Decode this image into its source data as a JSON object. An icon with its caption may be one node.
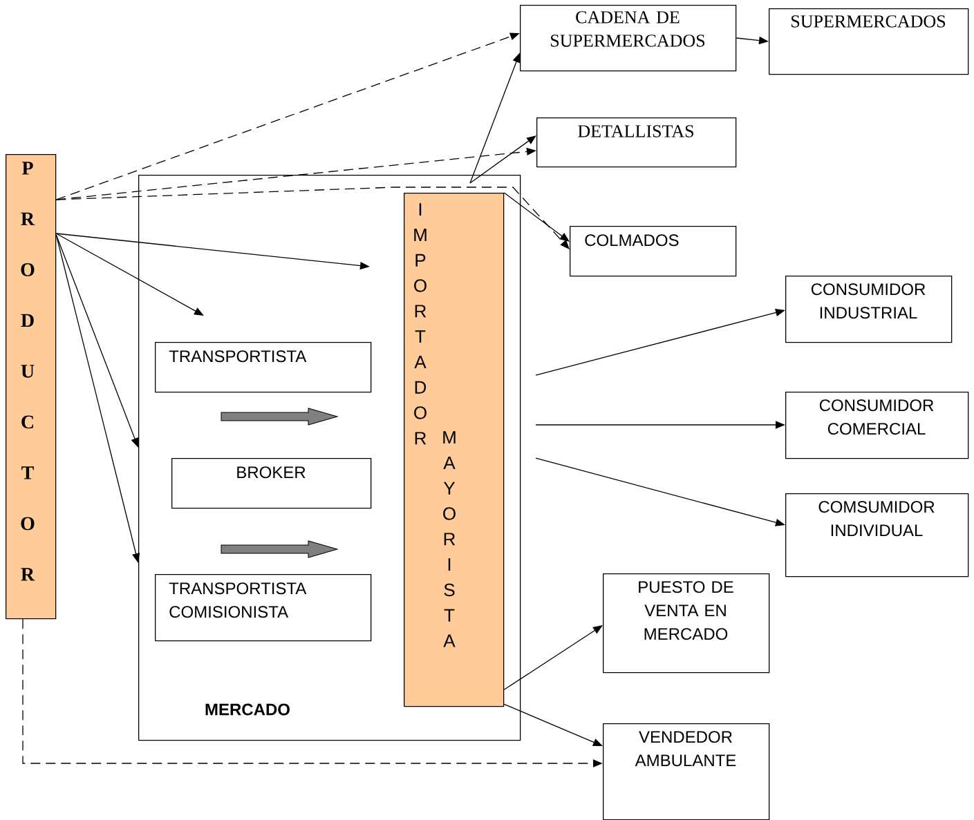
{
  "diagram": {
    "nodes": [
      {
        "text": [
          "PRODUCTOR"
        ]
      },
      {
        "text": [
          "MERCADO"
        ]
      },
      {
        "text": [
          "TRANSPORTISTA"
        ],
        "in": 1
      },
      {
        "text": [
          "BROKER"
        ],
        "in": 1
      },
      {
        "text": [
          "TRANSPORTISTA COMISIONISTA"
        ],
        "in": 1
      },
      {
        "text": [
          "IMPORTADOR",
          "MAYORISTA"
        ],
        "in": 1
      },
      {
        "text": [
          "CADENA DE SUPERMERCADOS"
        ]
      },
      {
        "text": [
          "SUPERMERCADOS"
        ]
      },
      {
        "text": [
          "DETALLISTAS"
        ]
      },
      {
        "text": [
          "COLMADOS"
        ]
      },
      {
        "text": [
          "CONSUMIDOR INDUSTRIAL"
        ]
      },
      {
        "text": [
          "CONSUMIDOR COMERCIAL"
        ]
      },
      {
        "text": [
          "COMSUMIDOR INDIVIDUAL"
        ]
      },
      {
        "text": [
          "PUESTO DE VENTA EN MERCADO"
        ]
      },
      {
        "text": [
          "VENDEDOR AMBULANTE"
        ]
      }
    ],
    "edges": [
      {
        "from": 0,
        "to": 6,
        "arrow": "to",
        "style": "dashed"
      },
      {
        "from": 0,
        "to": 8,
        "arrow": "to",
        "style": "dashed"
      },
      {
        "from": 0,
        "to": 9,
        "arrow": "to",
        "style": "dashed"
      },
      {
        "from": 0,
        "to": null,
        "arrow": "to"
      },
      {
        "from": 0,
        "to": null,
        "arrow": "to"
      },
      {
        "from": 0,
        "to": 1,
        "arrow": "to"
      },
      {
        "from": 0,
        "to": 1,
        "arrow": "to"
      },
      {
        "from": 0,
        "to": 14,
        "arrow": "to",
        "style": "dashed"
      },
      {
        "from": 5,
        "to": 6,
        "arrow": "to"
      },
      {
        "from": 5,
        "to": 8,
        "arrow": "to"
      },
      {
        "from": 5,
        "to": 9,
        "arrow": "to"
      },
      {
        "from": null,
        "to": 10,
        "arrow": "to"
      },
      {
        "from": null,
        "to": 11,
        "arrow": "to"
      },
      {
        "from": null,
        "to": 12,
        "arrow": "to"
      },
      {
        "from": 5,
        "to": 13,
        "arrow": "to"
      },
      {
        "from": 5,
        "to": 14,
        "arrow": "to"
      },
      {
        "from": 6,
        "to": 7,
        "arrow": "to"
      }
    ]
  }
}
